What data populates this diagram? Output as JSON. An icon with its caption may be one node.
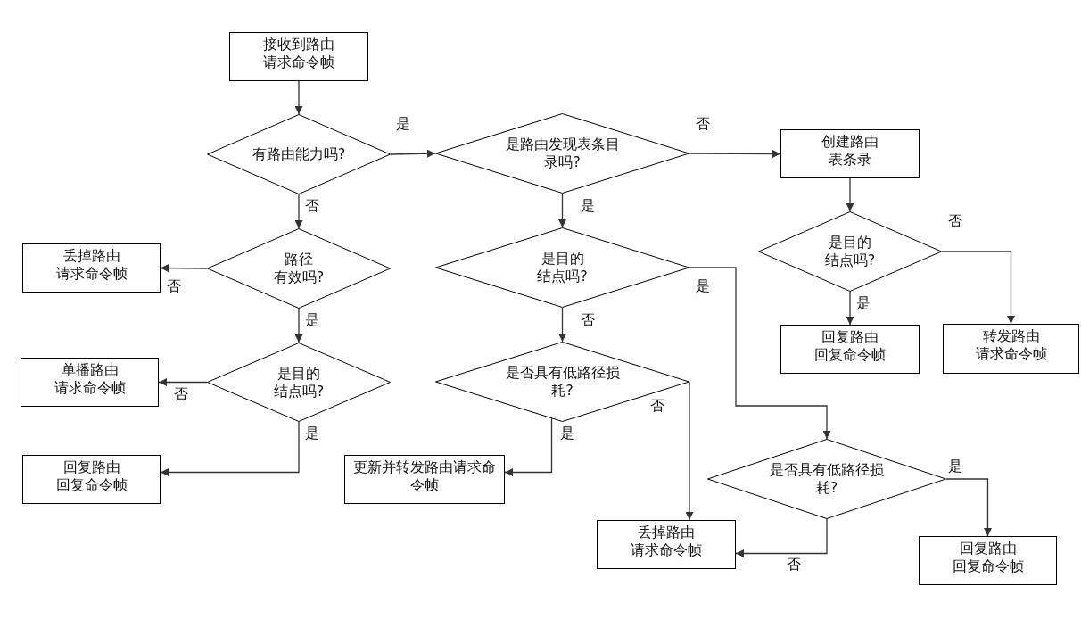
{
  "diagram": {
    "nodes": [
      {
        "text": [
          "接收到路由请求命令帧"
        ]
      },
      {
        "text": [
          "有路由能力吗?"
        ]
      },
      {
        "text": [
          "是路由发现表条目录吗?"
        ]
      },
      {
        "text": [
          "创建路由表条录"
        ]
      },
      {
        "text": [
          "丢掉路由请求命令帧"
        ]
      },
      {
        "text": [
          "路径有效吗?"
        ]
      },
      {
        "text": [
          "是目的结点吗?"
        ]
      },
      {
        "text": [
          "是目的结点吗?"
        ]
      },
      {
        "text": [
          "单播路由请求命令帧"
        ]
      },
      {
        "text": [
          "是目的结点吗?"
        ]
      },
      {
        "text": [
          "是否具有低路径损耗?"
        ]
      },
      {
        "text": [
          "回复路由回复命令帧"
        ]
      },
      {
        "text": [
          "转发路由请求命令帧"
        ]
      },
      {
        "text": [
          "回复路由回复命令帧"
        ]
      },
      {
        "text": [
          "更新并转发路由请求命令帧"
        ]
      },
      {
        "text": [
          "是否具有低路径损耗?"
        ]
      },
      {
        "text": [
          "丢掉路由请求命令帧"
        ]
      },
      {
        "text": [
          "回复路由回复命令帧"
        ]
      }
    ],
    "edges": [
      {
        "from": 0,
        "to": 1,
        "arrow": "to"
      },
      {
        "from": 1,
        "to": 2,
        "arrow": "to",
        "label": "是"
      },
      {
        "from": 2,
        "to": 3,
        "arrow": "to",
        "label": "否"
      },
      {
        "from": 1,
        "to": 5,
        "arrow": "to",
        "label": "否"
      },
      {
        "from": 5,
        "to": 4,
        "arrow": "to",
        "label": "否"
      },
      {
        "from": 5,
        "to": 9,
        "arrow": "to",
        "label": "是"
      },
      {
        "from": 9,
        "to": 8,
        "arrow": "to",
        "label": "否"
      },
      {
        "from": 9,
        "to": 13,
        "arrow": "to",
        "label": "是"
      },
      {
        "from": 2,
        "to": 6,
        "arrow": "to",
        "label": "是"
      },
      {
        "from": 6,
        "to": 10,
        "arrow": "to",
        "label": "否"
      },
      {
        "from": 6,
        "to": 15,
        "arrow": "to",
        "label": "是"
      },
      {
        "from": 10,
        "to": 14,
        "arrow": "to",
        "label": "是"
      },
      {
        "from": 10,
        "to": 16,
        "arrow": "to",
        "label": "否"
      },
      {
        "from": 3,
        "to": 7,
        "arrow": "to"
      },
      {
        "from": 7,
        "to": 11,
        "arrow": "to",
        "label": "是"
      },
      {
        "from": 7,
        "to": 12,
        "arrow": "to",
        "label": "否"
      },
      {
        "from": 15,
        "to": 16,
        "arrow": "to",
        "label": "否"
      },
      {
        "from": 15,
        "to": 17,
        "arrow": "to",
        "label": "是"
      }
    ]
  }
}
